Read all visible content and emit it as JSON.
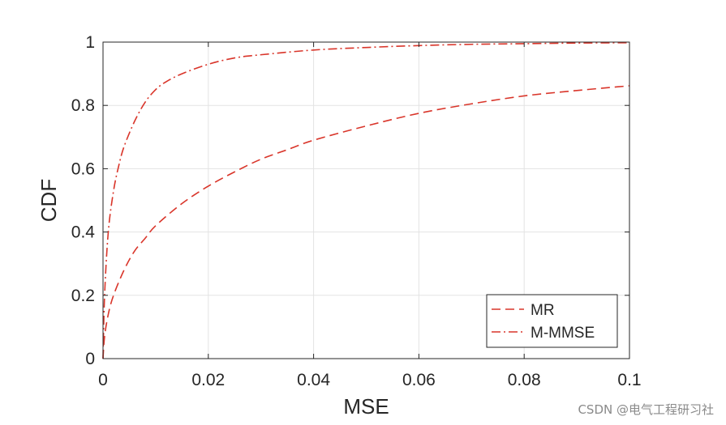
{
  "chart_data": {
    "type": "line",
    "xlabel": "MSE",
    "ylabel": "CDF",
    "xlim": [
      0,
      0.1
    ],
    "ylim": [
      0,
      1
    ],
    "xticks": [
      0,
      0.02,
      0.04,
      0.06,
      0.08,
      0.1
    ],
    "xtick_labels": [
      "0",
      "0.02",
      "0.04",
      "0.06",
      "0.08",
      "0.1"
    ],
    "yticks": [
      0,
      0.2,
      0.4,
      0.6,
      0.8,
      1
    ],
    "ytick_labels": [
      "0",
      "0.2",
      "0.4",
      "0.6",
      "0.8",
      "1"
    ],
    "grid": true,
    "legend_position": "bottom-right",
    "series": [
      {
        "name": "MR",
        "color": "#d9352a",
        "line_style": "dashed",
        "x": [
          0,
          0.0003,
          0.001,
          0.002,
          0.004,
          0.006,
          0.008,
          0.01,
          0.015,
          0.02,
          0.025,
          0.03,
          0.035,
          0.04,
          0.05,
          0.06,
          0.07,
          0.08,
          0.09,
          0.1
        ],
        "y": [
          0,
          0.07,
          0.14,
          0.2,
          0.28,
          0.34,
          0.38,
          0.42,
          0.49,
          0.545,
          0.59,
          0.63,
          0.66,
          0.69,
          0.735,
          0.775,
          0.805,
          0.83,
          0.847,
          0.862
        ]
      },
      {
        "name": "M-MMSE",
        "color": "#d9352a",
        "line_style": "dashdot",
        "x": [
          0,
          0.0003,
          0.001,
          0.002,
          0.003,
          0.004,
          0.006,
          0.008,
          0.01,
          0.012,
          0.015,
          0.02,
          0.025,
          0.03,
          0.04,
          0.05,
          0.06,
          0.07,
          0.08,
          0.09,
          0.1
        ],
        "y": [
          0,
          0.2,
          0.4,
          0.53,
          0.61,
          0.67,
          0.75,
          0.81,
          0.85,
          0.875,
          0.9,
          0.93,
          0.95,
          0.96,
          0.975,
          0.983,
          0.989,
          0.993,
          0.995,
          0.997,
          0.998
        ]
      }
    ]
  },
  "watermark": "CSDN @电气工程研习社"
}
